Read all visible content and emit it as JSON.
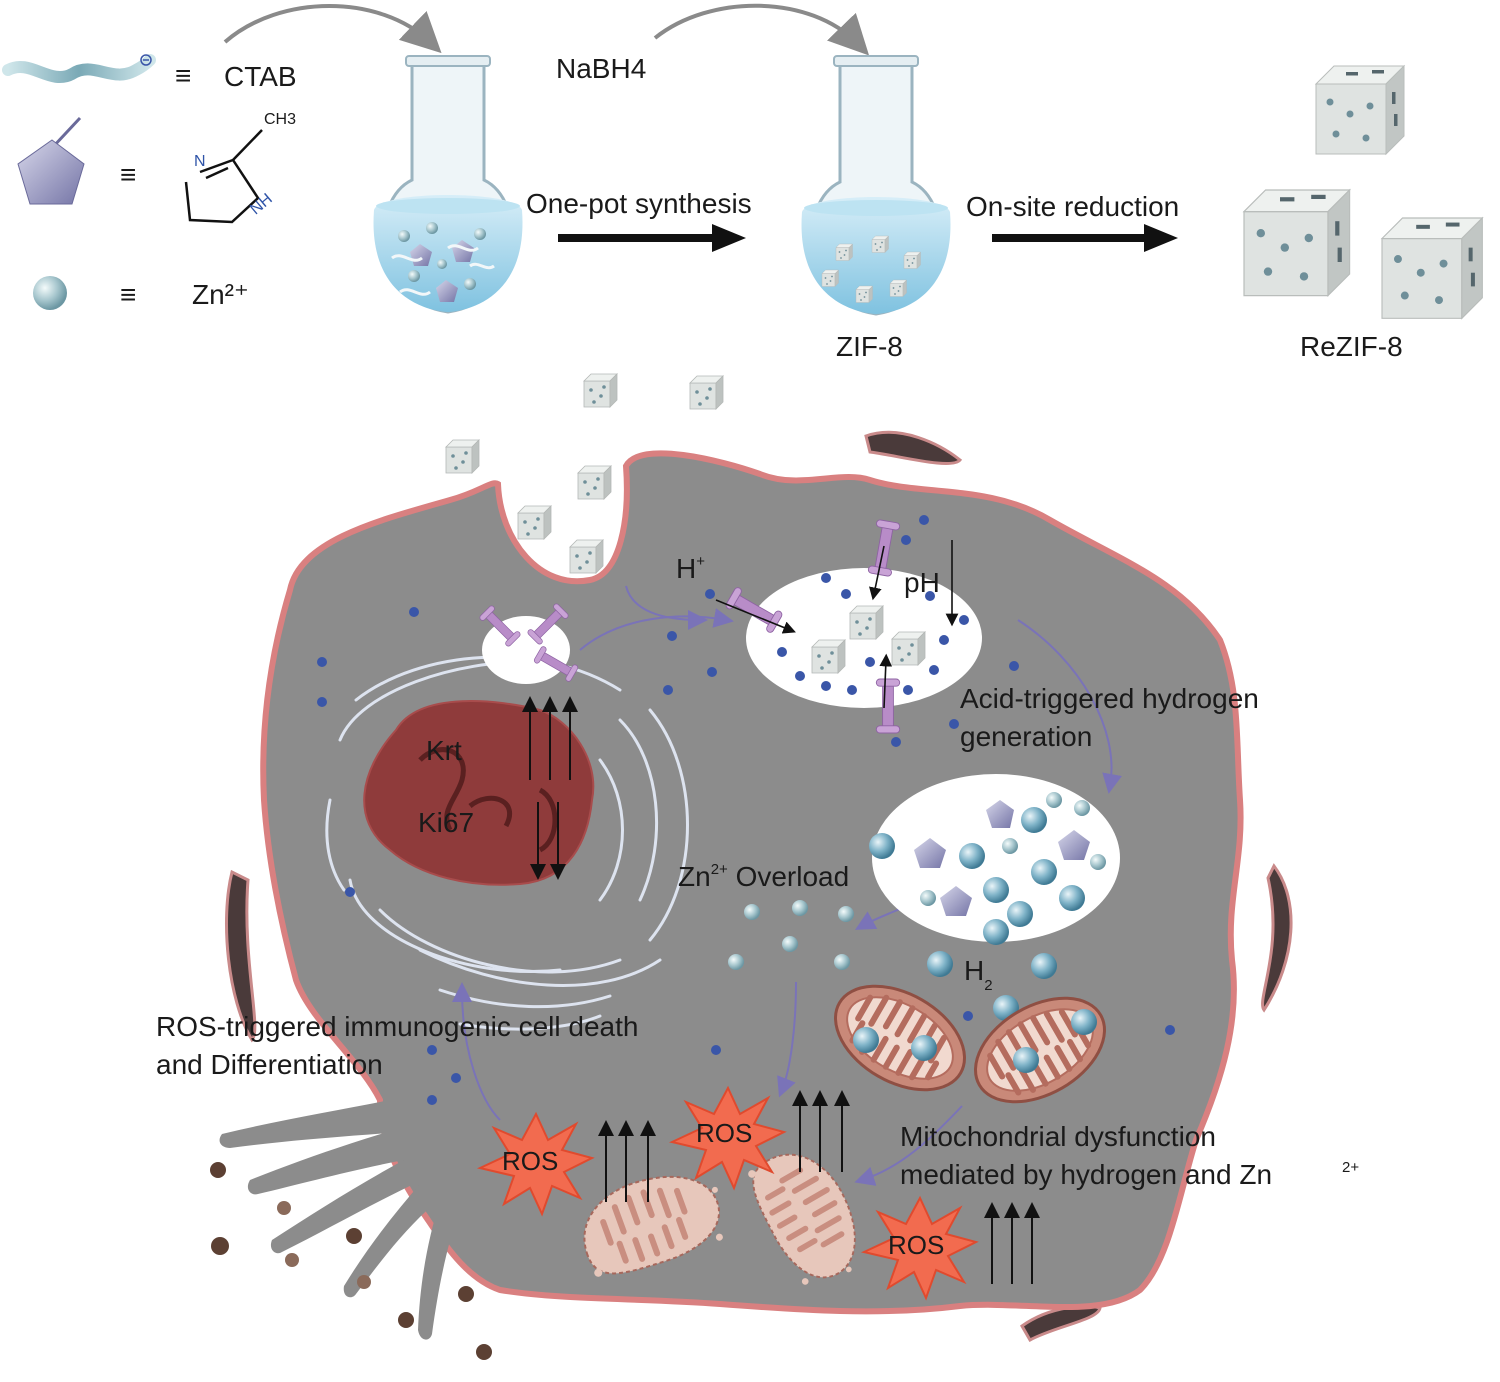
{
  "legend": {
    "ctab_label": "CTAB",
    "imidazole_methyl": "CH3",
    "imidazole_n": "N",
    "imidazole_nh": "NH",
    "zn_label": "Zn²⁺",
    "equiv_symbol": "≡"
  },
  "synthesis": {
    "reagent": "NaBH4",
    "step1": "One-pot synthesis",
    "step2": "On-site reduction",
    "product1": "ZIF-8",
    "product2": "ReZIF-8"
  },
  "cell": {
    "h_plus": "H",
    "h_plus_sup": "+",
    "ph": "pH",
    "acid_line1": "Acid-triggered hydrogen",
    "acid_line2": "generation",
    "krt": "Krt",
    "ki67": "Ki67",
    "zn_overload_main": "Zn",
    "zn_overload_sup": "2+",
    "zn_overload_rest": " Overload",
    "h2_main": "H",
    "h2_sub": "2",
    "ros_label_1": "ROS-triggered immunogenic cell death",
    "ros_label_2": "and Differentiation",
    "mito_line1": "Mitochondrial dysfunction",
    "mito_line2": "mediated by hydrogen and Zn",
    "mito_sup": "2+",
    "ros": "ROS"
  },
  "colors": {
    "cell_fill": "#8c8c8c",
    "cell_border": "#d98080",
    "nucleus": "#8f3b3b",
    "vesicle_dot": "#3a56a8",
    "channel": "#b88cc8",
    "ros_burst": "#f26b4f",
    "mito_fill": "#c98979",
    "cube": "#d4d8d6"
  }
}
